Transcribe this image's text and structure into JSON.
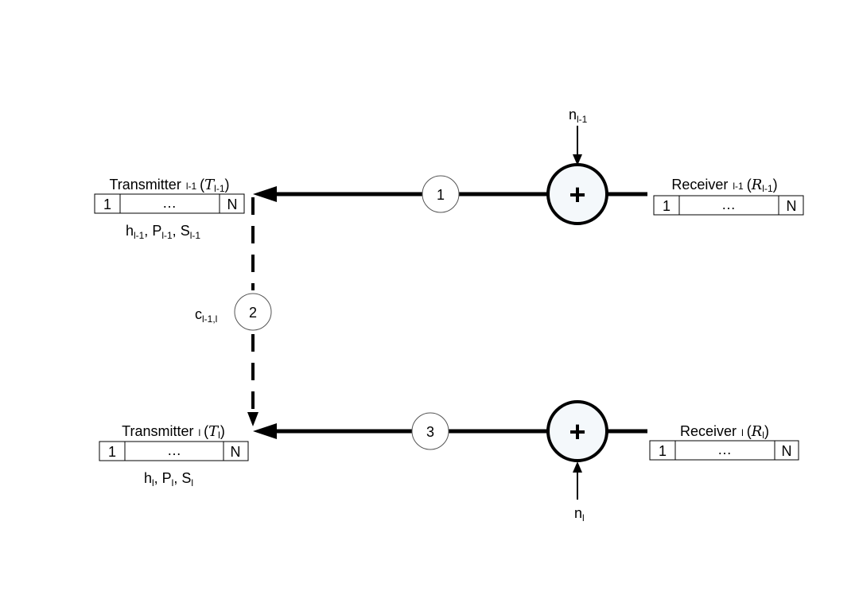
{
  "upper": {
    "transmitter": {
      "name": "Transmitter",
      "subscript": "l-1",
      "symbol": "T",
      "symbol_sub": "l-1",
      "cells": {
        "first": "1",
        "middle": "…",
        "last": "N"
      },
      "params": [
        {
          "base": "h",
          "sub": "l-1"
        },
        {
          "base": "P",
          "sub": "l-1"
        },
        {
          "base": "S",
          "sub": "l-1"
        }
      ]
    },
    "receiver": {
      "name": "Receiver",
      "subscript": "l-1",
      "symbol": "R",
      "symbol_sub": "l-1",
      "cells": {
        "first": "1",
        "middle": "…",
        "last": "N"
      }
    },
    "noise": {
      "base": "n",
      "sub": "l-1"
    },
    "adder": "+",
    "step": "1"
  },
  "link": {
    "label": {
      "base": "c",
      "sub": "l-1,l"
    },
    "step": "2"
  },
  "lower": {
    "transmitter": {
      "name": "Transmitter",
      "subscript": "l",
      "symbol": "T",
      "symbol_sub": "l",
      "cells": {
        "first": "1",
        "middle": "…",
        "last": "N"
      },
      "params": [
        {
          "base": "h",
          "sub": "l"
        },
        {
          "base": "P",
          "sub": "l"
        },
        {
          "base": "S",
          "sub": "l"
        }
      ]
    },
    "receiver": {
      "name": "Receiver",
      "subscript": "l",
      "symbol": "R",
      "symbol_sub": "l",
      "cells": {
        "first": "1",
        "middle": "…",
        "last": "N"
      }
    },
    "noise": {
      "base": "n",
      "sub": "l"
    },
    "adder": "+",
    "step": "3"
  },
  "colors": {
    "line": "#000000",
    "adder_fill": "#f4f8fb",
    "step_fill": "#ffffff",
    "background": "#ffffff"
  }
}
